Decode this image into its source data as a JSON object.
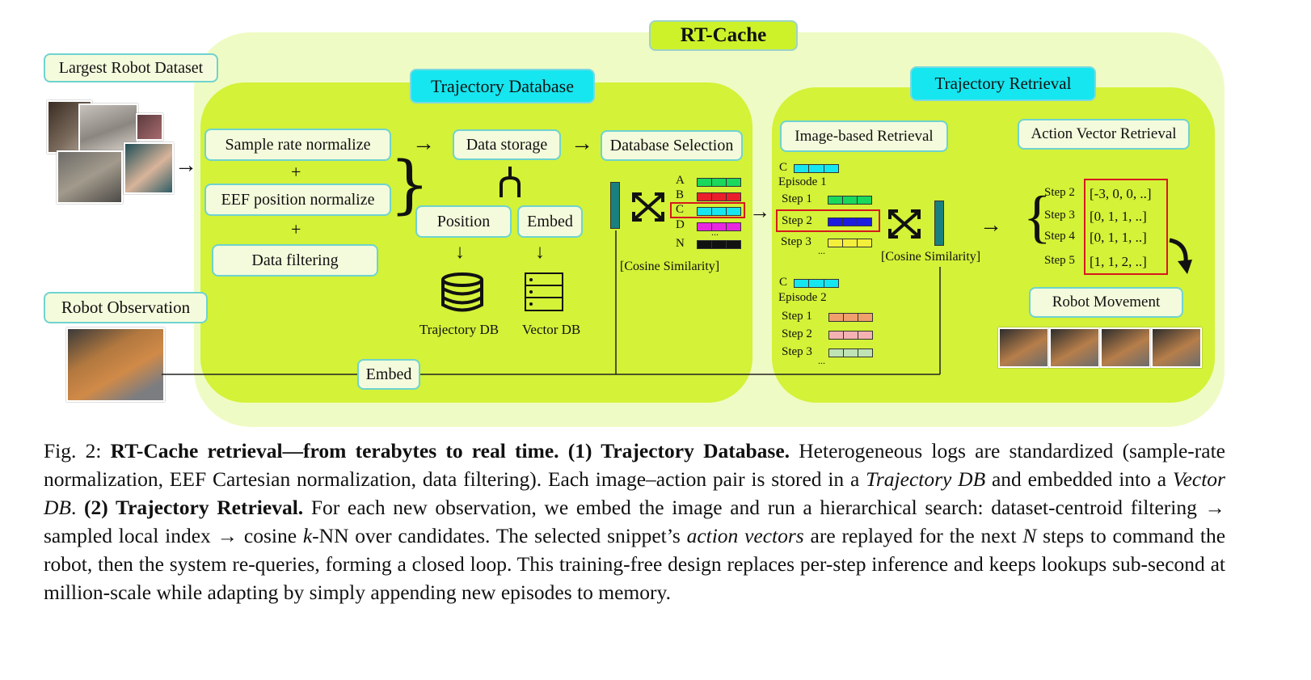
{
  "figure": {
    "title": "RT-Cache",
    "largest_dataset": "Largest Robot Dataset",
    "robot_observation": "Robot Observation",
    "embed_bottom": "Embed",
    "trajectory_database": {
      "header": "Trajectory Database",
      "sample_rate": "Sample rate normalize",
      "plus1": "+",
      "eef": "EEF position normalize",
      "plus2": "+",
      "filtering": "Data filtering",
      "storage": "Data storage",
      "position": "Position",
      "embed": "Embed",
      "trajectory_db": "Trajectory DB",
      "vector_db": "Vector DB",
      "db_selection": "Database Selection",
      "db_labels": [
        "A",
        "B",
        "C",
        "D",
        "...",
        "N"
      ],
      "cosine": "[Cosine Similarity]"
    },
    "trajectory_retrieval": {
      "header": "Trajectory Retrieval",
      "image_based": "Image-based Retrieval",
      "c1": "C",
      "episode1": "Episode 1",
      "ep1_steps": [
        "Step 1",
        "Step 2",
        "Step 3",
        "..."
      ],
      "c2": "C",
      "episode2": "Episode 2",
      "ep2_steps": [
        "Step 1",
        "Step 2",
        "Step 3",
        "..."
      ],
      "cosine": "[Cosine Similarity]",
      "action_vector": "Action Vector Retrieval",
      "action_steps": [
        "Step 2",
        "Step 3",
        "Step 4",
        "Step 5"
      ],
      "action_values": [
        "[-3, 0, 0, ..]",
        "[0, 1, 1, ..]",
        "[0, 1, 1, ..]",
        "[1, 1, 2, ..]"
      ],
      "robot_movement": "Robot  Movement"
    },
    "colors": {
      "outer_region": "#effbc4",
      "inner_region": "#d3f238",
      "cyan": "#16e6ef",
      "red_frame": "#d6181e"
    }
  },
  "caption": {
    "fig_label": "Fig. 2:",
    "bold1": "RT-Cache retrieval—from terabytes to real time. (1) Trajectory Database.",
    "text1": " Heterogeneous logs are standardized (sample-rate normalization, EEF Cartesian normalization, data filtering). Each image–action pair is stored in a ",
    "ital1": "Trajectory DB",
    "text2": " and embedded into a ",
    "ital2": "Vector DB",
    "text3": ". ",
    "bold2": "(2) Trajectory Retrieval.",
    "text4": " For each new observation, we embed the image and run a hierarchical search: dataset-centroid filtering → sampled local index → cosine ",
    "ital3": "k",
    "text5": "-NN over candidates. The selected snippet’s ",
    "ital4": "action vectors",
    "text6": " are replayed for the next ",
    "ital5": "N",
    "text7": " steps to command the robot, then the system re-queries, forming a closed loop. This training-free design replaces per-step inference and keeps lookups sub-second at million-scale while adapting by simply appending new episodes to memory."
  }
}
